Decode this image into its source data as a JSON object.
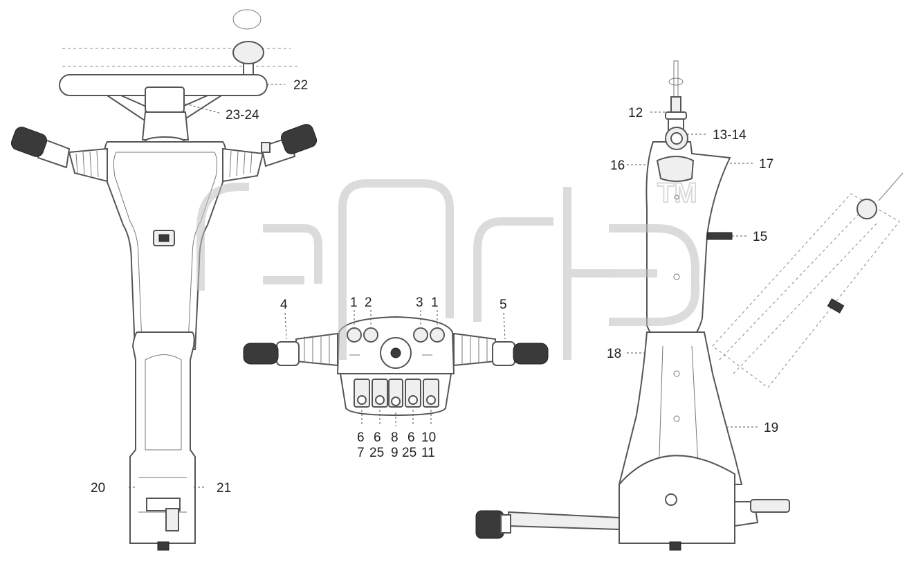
{
  "figure": {
    "callouts": [
      {
        "id": "c22",
        "text": "22"
      },
      {
        "id": "c23_24",
        "text": "23-24"
      },
      {
        "id": "c12",
        "text": "12"
      },
      {
        "id": "c13_14",
        "text": "13-14"
      },
      {
        "id": "c16",
        "text": "16"
      },
      {
        "id": "c17",
        "text": "17"
      },
      {
        "id": "c15",
        "text": "15"
      },
      {
        "id": "c18",
        "text": "18"
      },
      {
        "id": "c19",
        "text": "19"
      },
      {
        "id": "c20",
        "text": "20"
      },
      {
        "id": "c21",
        "text": "21"
      },
      {
        "id": "c1a",
        "text": "1"
      },
      {
        "id": "c2",
        "text": "2"
      },
      {
        "id": "c3",
        "text": "3"
      },
      {
        "id": "c1b",
        "text": "1"
      },
      {
        "id": "c4",
        "text": "4"
      },
      {
        "id": "c5",
        "text": "5"
      }
    ],
    "button_labels_top": [
      "6",
      "6",
      "8",
      "6",
      "10"
    ],
    "button_labels_bottom": [
      "7",
      "25",
      "9",
      "25",
      "11"
    ],
    "watermark": {
      "trademark": "TM"
    }
  }
}
